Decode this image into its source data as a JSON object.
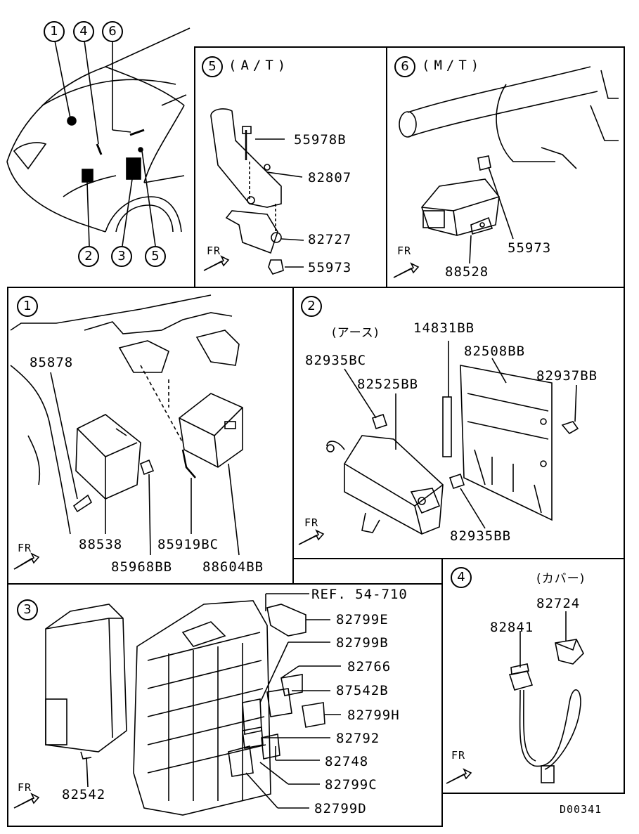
{
  "overview": {
    "callouts": [
      "1",
      "4",
      "6",
      "2",
      "3",
      "5"
    ]
  },
  "panel5": {
    "num": "5",
    "title": "(A/T)",
    "fr": "FR",
    "parts": [
      "55978B",
      "82807",
      "82727",
      "55973"
    ]
  },
  "panel6": {
    "num": "6",
    "title": "(M/T)",
    "fr": "FR",
    "parts": [
      "55973",
      "88528"
    ]
  },
  "panel1": {
    "num": "1",
    "fr": "FR",
    "parts": [
      "85878",
      "88538",
      "85919BC",
      "85968BB",
      "88604BB"
    ]
  },
  "panel2": {
    "num": "2",
    "note": "(アース)",
    "parts": [
      "14831BB",
      "82508BB",
      "82935BC",
      "82525BB",
      "82937BB",
      "82935BB"
    ],
    "fr": "FR"
  },
  "panel3": {
    "num": "3",
    "fr": "FR",
    "parts": [
      "REF. 54-710",
      "82799E",
      "82799B",
      "82766",
      "87542B",
      "82799H",
      "82792",
      "82748",
      "82799C",
      "82799D",
      "82542"
    ]
  },
  "panel4": {
    "num": "4",
    "note": "(カバー)",
    "fr": "FR",
    "parts": [
      "82724",
      "82841"
    ]
  },
  "footer": {
    "code": "D00341"
  }
}
